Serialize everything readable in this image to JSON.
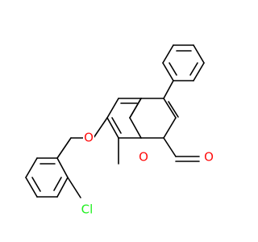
{
  "molecule": {
    "atom_labels": {
      "ring_oxygen": "O",
      "carbonyl_oxygen": "O",
      "ether_oxygen": "O",
      "chlorine": "Cl"
    },
    "colors": {
      "oxygen": "#ff0d0d",
      "chlorine": "#1ff01f",
      "bond": "#000000",
      "background": "#ffffff"
    }
  }
}
